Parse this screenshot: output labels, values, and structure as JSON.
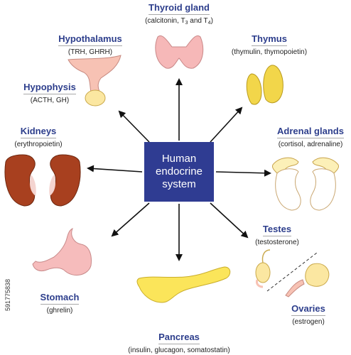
{
  "center": {
    "line1": "Human",
    "line2": "endocrine",
    "line3": "system"
  },
  "glands": {
    "thyroid": {
      "name": "Thyroid gland",
      "hormones_pre": "(calcitonin, T",
      "hormones_sub1": "3",
      "hormones_mid": " and T",
      "hormones_sub2": "4",
      "hormones_post": ")"
    },
    "hypothalamus": {
      "name": "Hypothalamus",
      "hormones": "(TRH, GHRH)"
    },
    "hypophysis": {
      "name": "Hypophysis",
      "hormones": "(ACTH, GH)"
    },
    "thymus": {
      "name": "Thymus",
      "hormones": "(thymulin, thymopoietin)"
    },
    "kidneys": {
      "name": "Kidneys",
      "hormones": "(erythropoietin)"
    },
    "adrenal": {
      "name": "Adrenal glands",
      "hormones": "(cortisol, adrenaline)"
    },
    "testes": {
      "name": "Testes",
      "hormones": "(testosterone)"
    },
    "ovaries": {
      "name": "Ovaries",
      "hormones": "(estrogen)"
    },
    "stomach": {
      "name": "Stomach",
      "hormones": "(ghrelin)"
    },
    "pancreas": {
      "name": "Pancreas",
      "hormones": "(insulin, glucagon, somatostatin)"
    }
  },
  "stock_id": "591775838",
  "colors": {
    "box": "#2f3c92",
    "title": "#2d3e8c",
    "kidney": "#a8401f",
    "thymus": "#f2d64a",
    "pancreas": "#fbe55a",
    "pink": "#f6bcbc"
  }
}
